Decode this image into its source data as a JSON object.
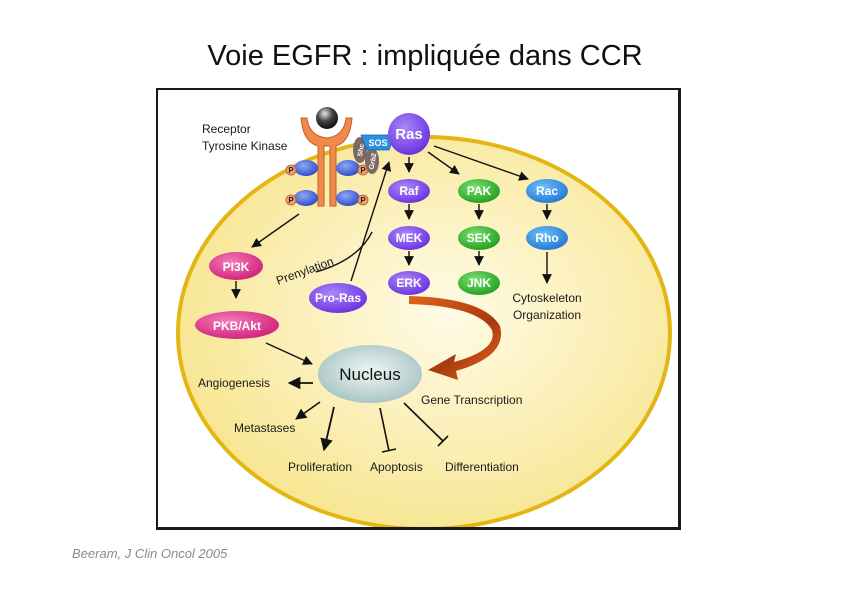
{
  "slide": {
    "title": "Voie EGFR : impliquée dans CCR",
    "citation": "Beeram, J Clin Oncol 2005"
  },
  "diagram": {
    "receptor_label_line1": "Receptor",
    "receptor_label_line2": "Tyrosine Kinase",
    "phospho_label": "P",
    "adaptors": {
      "shc": "Shc",
      "grb2": "Grb2",
      "sos": "SOS"
    },
    "nodes": {
      "ras": "Ras",
      "raf": "Raf",
      "mek": "MEK",
      "erk": "ERK",
      "pak": "PAK",
      "sek": "SEK",
      "jnk": "JNK",
      "rac": "Rac",
      "rho": "Rho",
      "pi3k": "PI3K",
      "pkb": "PKB/Akt",
      "pro_ras": "Pro-Ras",
      "nucleus": "Nucleus"
    },
    "labels": {
      "prenylation": "Prenylation",
      "cytoskeleton_line1": "Cytoskeleton",
      "cytoskeleton_line2": "Organization",
      "gene_transcription": "Gene Transcription",
      "angiogenesis": "Angiogenesis",
      "metastases": "Metastases",
      "proliferation": "Proliferation",
      "apoptosis": "Apoptosis",
      "differentiation": "Differentiation"
    },
    "colors": {
      "cell_fill": "#faeea0",
      "cell_border": "#e3b614",
      "ras_pathway": "#7b3fe4",
      "pak_pathway": "#2fb52a",
      "rac_pathway": "#2b8ce0",
      "pi3k_pathway": "#e0338a",
      "nucleus": "#b8d0d0",
      "receptor": "#f08a4b",
      "big_arrow": "#e0601c"
    }
  }
}
